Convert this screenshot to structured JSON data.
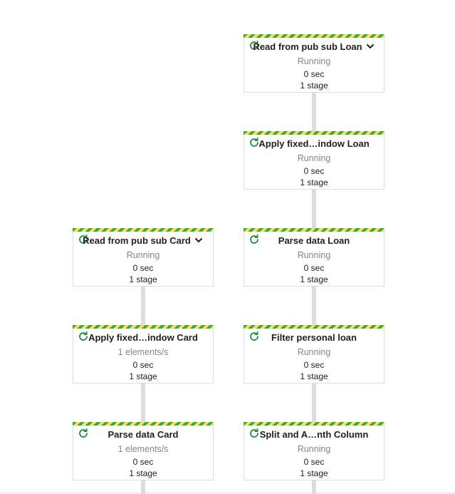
{
  "colors": {
    "stripe_green": "#34a853",
    "stripe_yellow": "#fbe14a",
    "running_icon": "#1e8e3e",
    "connector": "#dadce0"
  },
  "icons": {
    "status": "running-refresh-icon",
    "expand": "chevron-down-icon"
  },
  "right_column": [
    {
      "title": "Read from pub sub Loan",
      "status": "Running",
      "time": "0 sec",
      "stages": "1 stage",
      "expandable": true
    },
    {
      "title": "Apply fixed…indow Loan",
      "status": "Running",
      "time": "0 sec",
      "stages": "1 stage",
      "expandable": false
    },
    {
      "title": "Parse data Loan",
      "status": "Running",
      "time": "0 sec",
      "stages": "1 stage",
      "expandable": false
    },
    {
      "title": "Filter personal loan",
      "status": "Running",
      "time": "0 sec",
      "stages": "1 stage",
      "expandable": false
    },
    {
      "title": "Split and A…nth Column",
      "status": "Running",
      "time": "0 sec",
      "stages": "1 stage",
      "expandable": false
    }
  ],
  "left_column": [
    {
      "title": "Read from pub sub Card",
      "status": "Running",
      "time": "0 sec",
      "stages": "1 stage",
      "expandable": true
    },
    {
      "title": "Apply fixed…indow Card",
      "status": "1 elements/s",
      "time": "0 sec",
      "stages": "1 stage",
      "expandable": false
    },
    {
      "title": "Parse data Card",
      "status": "1 elements/s",
      "time": "0 sec",
      "stages": "1 stage",
      "expandable": false
    }
  ]
}
